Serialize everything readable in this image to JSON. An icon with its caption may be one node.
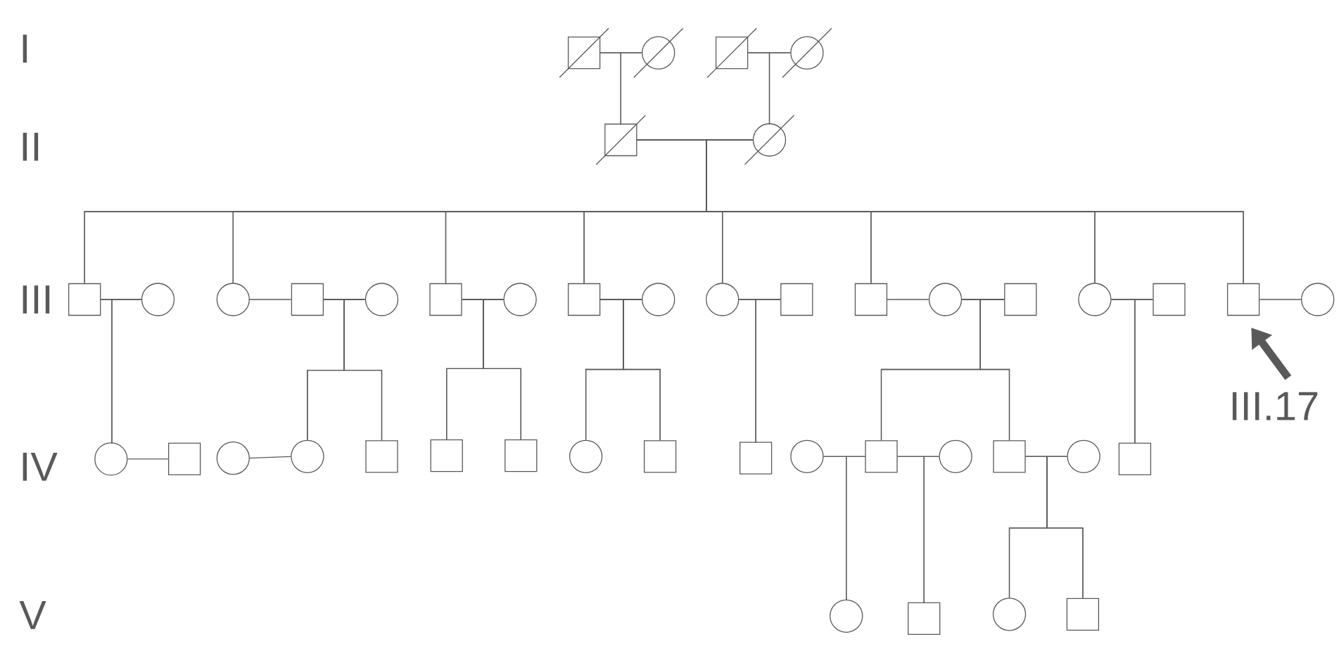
{
  "diagram": {
    "nodes": [
      {
        "text": [],
        "shape": "box"
      },
      {
        "text": [],
        "shape": "circle"
      },
      {
        "text": [],
        "shape": "box"
      },
      {
        "text": [],
        "shape": "circle"
      },
      {
        "text": [],
        "shape": "box"
      },
      {
        "text": [],
        "shape": "circle"
      },
      {
        "text": [],
        "shape": "box"
      },
      {
        "text": [],
        "shape": "circle"
      },
      {
        "text": [],
        "shape": "circle"
      },
      {
        "text": [],
        "shape": "box"
      },
      {
        "text": [],
        "shape": "circle"
      },
      {
        "text": [],
        "shape": "box"
      },
      {
        "text": [],
        "shape": "circle"
      },
      {
        "text": [],
        "shape": "box"
      },
      {
        "text": [],
        "shape": "circle"
      },
      {
        "text": [],
        "shape": "circle"
      },
      {
        "text": [],
        "shape": "box"
      },
      {
        "text": [],
        "shape": "box"
      },
      {
        "text": [],
        "shape": "circle"
      },
      {
        "text": [],
        "shape": "box"
      },
      {
        "text": [],
        "shape": "circle"
      },
      {
        "text": [],
        "shape": "box"
      },
      {
        "text": [],
        "shape": "box"
      },
      {
        "text": [],
        "shape": "circle"
      },
      {
        "text": [],
        "shape": "circle"
      },
      {
        "text": [],
        "shape": "box"
      },
      {
        "text": [],
        "shape": "circle"
      },
      {
        "text": [],
        "shape": "circle"
      },
      {
        "text": [],
        "shape": "box"
      },
      {
        "text": [],
        "shape": "box"
      },
      {
        "text": [],
        "shape": "box"
      },
      {
        "text": [],
        "shape": "circle"
      },
      {
        "text": [],
        "shape": "box"
      },
      {
        "text": [],
        "shape": "box"
      },
      {
        "text": [],
        "shape": "circle"
      },
      {
        "text": [],
        "shape": "box"
      },
      {
        "text": [],
        "shape": "circle"
      },
      {
        "text": [],
        "shape": "box"
      },
      {
        "text": [],
        "shape": "circle"
      },
      {
        "text": [],
        "shape": "box"
      },
      {
        "text": [],
        "shape": "circle"
      },
      {
        "text": [],
        "shape": "box"
      },
      {
        "text": [],
        "shape": "circle"
      },
      {
        "text": [],
        "shape": "box"
      },
      {
        "text": [
          "III.17"
        ]
      }
    ],
    "edges": [
      {
        "from": 0,
        "to": 1,
        "arrow": "none"
      },
      {
        "from": 2,
        "to": 3,
        "arrow": "none"
      },
      {
        "from": 0,
        "to": 4,
        "arrow": "none"
      },
      {
        "from": 1,
        "to": 4,
        "arrow": "none"
      },
      {
        "from": 2,
        "to": 5,
        "arrow": "none"
      },
      {
        "from": 3,
        "to": 5,
        "arrow": "none"
      },
      {
        "from": 4,
        "to": 5,
        "arrow": "none"
      },
      {
        "from": 4,
        "to": 6,
        "arrow": "none"
      },
      {
        "from": 5,
        "to": 6,
        "arrow": "none"
      },
      {
        "from": 4,
        "to": 8,
        "arrow": "none"
      },
      {
        "from": 5,
        "to": 8,
        "arrow": "none"
      },
      {
        "from": 4,
        "to": 11,
        "arrow": "none"
      },
      {
        "from": 5,
        "to": 11,
        "arrow": "none"
      },
      {
        "from": 4,
        "to": 13,
        "arrow": "none"
      },
      {
        "from": 5,
        "to": 13,
        "arrow": "none"
      },
      {
        "from": 4,
        "to": 15,
        "arrow": "none"
      },
      {
        "from": 5,
        "to": 15,
        "arrow": "none"
      },
      {
        "from": 4,
        "to": 17,
        "arrow": "none"
      },
      {
        "from": 5,
        "to": 17,
        "arrow": "none"
      },
      {
        "from": 4,
        "to": 20,
        "arrow": "none"
      },
      {
        "from": 5,
        "to": 20,
        "arrow": "none"
      },
      {
        "from": 4,
        "to": 22,
        "arrow": "none"
      },
      {
        "from": 5,
        "to": 22,
        "arrow": "none"
      },
      {
        "from": 6,
        "to": 7,
        "arrow": "none"
      },
      {
        "from": 8,
        "to": 9,
        "arrow": "none"
      },
      {
        "from": 9,
        "to": 10,
        "arrow": "none"
      },
      {
        "from": 11,
        "to": 12,
        "arrow": "none"
      },
      {
        "from": 13,
        "to": 14,
        "arrow": "none"
      },
      {
        "from": 15,
        "to": 16,
        "arrow": "none"
      },
      {
        "from": 17,
        "to": 18,
        "arrow": "none"
      },
      {
        "from": 18,
        "to": 19,
        "arrow": "none"
      },
      {
        "from": 20,
        "to": 21,
        "arrow": "none"
      },
      {
        "from": 22,
        "to": 23,
        "arrow": "none"
      },
      {
        "from": 6,
        "to": 24,
        "arrow": "none"
      },
      {
        "from": 7,
        "to": 24,
        "arrow": "none"
      },
      {
        "from": 9,
        "to": 27,
        "arrow": "none"
      },
      {
        "from": 10,
        "to": 27,
        "arrow": "none"
      },
      {
        "from": 9,
        "to": 28,
        "arrow": "none"
      },
      {
        "from": 10,
        "to": 28,
        "arrow": "none"
      },
      {
        "from": 11,
        "to": 29,
        "arrow": "none"
      },
      {
        "from": 12,
        "to": 29,
        "arrow": "none"
      },
      {
        "from": 11,
        "to": 30,
        "arrow": "none"
      },
      {
        "from": 12,
        "to": 30,
        "arrow": "none"
      },
      {
        "from": 13,
        "to": 31,
        "arrow": "none"
      },
      {
        "from": 14,
        "to": 31,
        "arrow": "none"
      },
      {
        "from": 13,
        "to": 32,
        "arrow": "none"
      },
      {
        "from": 14,
        "to": 32,
        "arrow": "none"
      },
      {
        "from": 15,
        "to": 33,
        "arrow": "none"
      },
      {
        "from": 16,
        "to": 33,
        "arrow": "none"
      },
      {
        "from": 18,
        "to": 35,
        "arrow": "none"
      },
      {
        "from": 19,
        "to": 35,
        "arrow": "none"
      },
      {
        "from": 18,
        "to": 37,
        "arrow": "none"
      },
      {
        "from": 19,
        "to": 37,
        "arrow": "none"
      },
      {
        "from": 20,
        "to": 39,
        "arrow": "none"
      },
      {
        "from": 21,
        "to": 39,
        "arrow": "none"
      },
      {
        "from": 24,
        "to": 25,
        "arrow": "none"
      },
      {
        "from": 26,
        "to": 27,
        "arrow": "none"
      },
      {
        "from": 34,
        "to": 35,
        "arrow": "none"
      },
      {
        "from": 35,
        "to": 36,
        "arrow": "none"
      },
      {
        "from": 37,
        "to": 38,
        "arrow": "none"
      },
      {
        "from": 34,
        "to": 40,
        "arrow": "none"
      },
      {
        "from": 35,
        "to": 40,
        "arrow": "none"
      },
      {
        "from": 35,
        "to": 41,
        "arrow": "none"
      },
      {
        "from": 36,
        "to": 41,
        "arrow": "none"
      },
      {
        "from": 37,
        "to": 42,
        "arrow": "none"
      },
      {
        "from": 38,
        "to": 42,
        "arrow": "none"
      },
      {
        "from": 37,
        "to": 43,
        "arrow": "none"
      },
      {
        "from": 38,
        "to": 43,
        "arrow": "none"
      },
      {
        "from": 44,
        "to": 22,
        "arrow": "to",
        "style": "thick"
      }
    ],
    "labels": [
      "I",
      "II",
      "III",
      "IV",
      "V"
    ]
  }
}
